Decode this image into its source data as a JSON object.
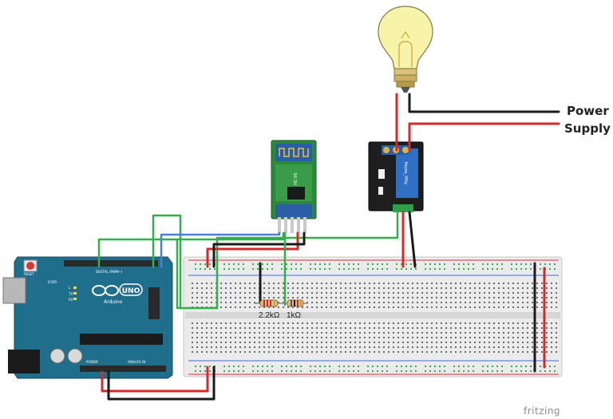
{
  "labels": {
    "power": "Power",
    "supply": "Supply",
    "resistor_1": "2.2kΩ",
    "resistor_2": "1kΩ",
    "brand": "fritzing"
  },
  "arduino": {
    "logo": "UNO",
    "sub": "Arduino",
    "reset": "RESET",
    "icsp": "ICSP2",
    "digital": "DIGITAL (PWM~)",
    "power": "POWER",
    "analog": "ANALOG IN",
    "tx": "TX",
    "rx": "RX",
    "l": "L"
  },
  "bluetooth": {
    "model": "HC-05"
  },
  "relay": {
    "brand": "Keyes_SRly"
  },
  "colors": {
    "wire_red": "#d62828",
    "wire_black": "#1a1a1a",
    "wire_green": "#2fb04a",
    "wire_blue": "#4a7fd4",
    "arduino_board": "#1f6e8c",
    "bluetooth_board": "#2b8a3a",
    "relay_board": "#1e1e1e",
    "relay_cube": "#2f6fc4",
    "breadboard": "#ececec"
  }
}
